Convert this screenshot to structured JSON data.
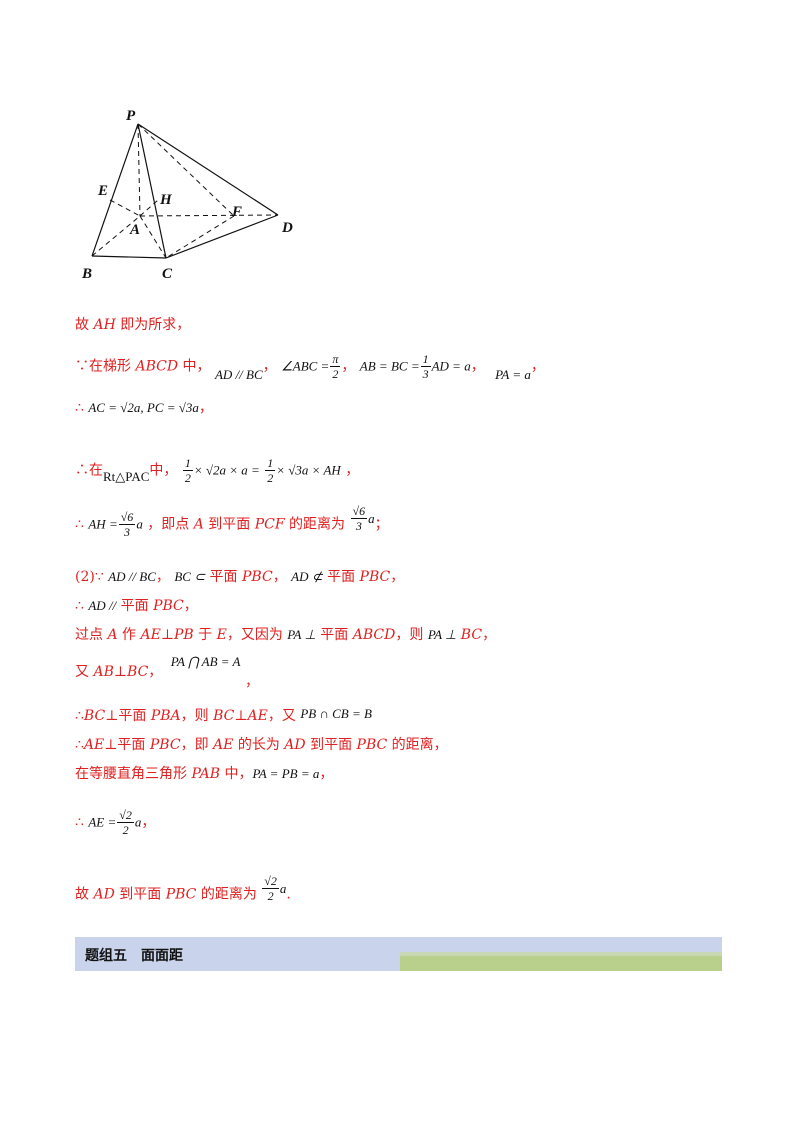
{
  "figure": {
    "labels": {
      "P": "P",
      "E": "E",
      "H": "H",
      "A": "A",
      "F": "F",
      "D": "D",
      "B": "B",
      "C": "C"
    }
  },
  "lines": {
    "l1": {
      "t1": "故 ",
      "t2": "AH",
      "t3": " 即为所求，"
    },
    "l2": {
      "t1": "∵在梯形 ",
      "t2": "ABCD",
      "t3": " 中，",
      "m1": "AD // BC",
      "s1": "，",
      "m2a": "∠ABC =",
      "m2n": "π",
      "m2d": "2",
      "s2": "，",
      "m3a": "AB = BC =",
      "m3n": "1",
      "m3d": "3",
      "m3b": "AD = a",
      "s3": "，",
      "m4": "PA = a",
      "s4": "，"
    },
    "l3": {
      "t1": "∴ ",
      "m1": "AC = √2a, PC = √3a",
      "s1": "，"
    },
    "l4": {
      "t1": "∴在",
      "m0": "Rt△PAC",
      "t2": "中，",
      "fn1": "1",
      "fd1": "2",
      "m1": "× √2a × a =",
      "fn2": "1",
      "fd2": "2",
      "m2": "× √3a × AH",
      "s1": " ，"
    },
    "l5": {
      "t1": "∴ ",
      "m1": "AH =",
      "fn1": "√6",
      "fd1": "3",
      "m2": "a",
      "t2": "，即点 ",
      "t3": "A",
      "t4": " 到平面 ",
      "t5": "PCF",
      "t6": " 的距离为 ",
      "fn2": "√6",
      "fd2": "3",
      "m3": "a",
      "s1": "；"
    },
    "l6": {
      "t1": "(2)∵ ",
      "m1": "AD // BC",
      "s1": "，",
      "m2": "BC ⊂",
      "t2": " 平面 ",
      "t3": "PBC",
      "s2": "，",
      "m3": "AD ⊄",
      "t4": " 平面 ",
      "t5": "PBC",
      "s3": "，"
    },
    "l7": {
      "t1": "∴ ",
      "m1": "AD //",
      "t2": " 平面 ",
      "t3": "PBC",
      "s1": "，"
    },
    "l8": {
      "t1": "过点 ",
      "t2": "A",
      "t3": " 作 ",
      "t4": "AE⊥PB",
      "t5": " 于 ",
      "t6": "E",
      "t7": "，又因为 ",
      "m1": "PA ⊥",
      "t8": " 平面 ",
      "t9": "ABCD",
      "t10": "，则 ",
      "m2": "PA ⊥",
      "t11": " BC",
      "s1": "，"
    },
    "l9": {
      "t1": "又 ",
      "t2": "AB⊥BC",
      "t3": "，",
      "m1": "PA ⋂ AB = A",
      "s1": "，"
    },
    "l10": {
      "t1": "∴",
      "t2": "BC",
      "t3": "⊥平面 ",
      "t4": "PBA",
      "t5": "，则 ",
      "t6": "BC⊥AE",
      "t7": "，又 ",
      "m1": "PB ∩ CB = B"
    },
    "l11": {
      "t1": "∴",
      "t2": "AE",
      "t3": "⊥平面 ",
      "t4": "PBC",
      "t5": "，即 ",
      "t6": "AE",
      "t7": " 的长为 ",
      "t8": "AD",
      "t9": " 到平面 ",
      "t10": "PBC",
      "t11": " 的距离，"
    },
    "l12": {
      "t1": "在等腰直角三角形 ",
      "t2": "PAB",
      "t3": " 中，",
      "m1": "PA = PB = a",
      "s1": "，"
    },
    "l13": {
      "t1": "∴ ",
      "m1": "AE =",
      "fn1": "√2",
      "fd1": "2",
      "m2": "a",
      "s1": "，"
    },
    "l14": {
      "t1": "故 ",
      "t2": "AD",
      "t3": " 到平面 ",
      "t4": "PBC",
      "t5": " 的距离为 ",
      "fn1": "√2",
      "fd1": "2",
      "m1": "a",
      "s1": "."
    }
  },
  "banner": {
    "title": "题组五　面面距"
  }
}
